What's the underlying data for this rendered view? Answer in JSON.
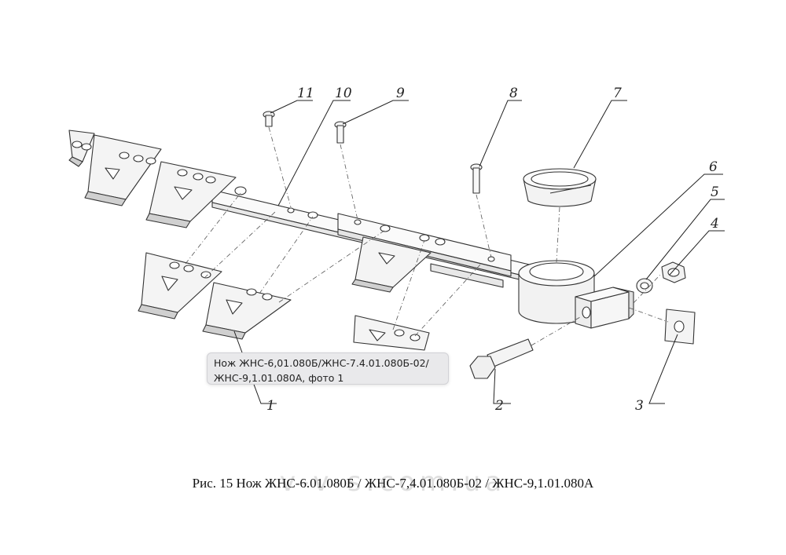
{
  "callouts": [
    "1",
    "2",
    "3",
    "4",
    "5",
    "6",
    "7",
    "8",
    "9",
    "10",
    "11"
  ],
  "tooltip": {
    "line1": "Нож ЖНС-6,01.080Б/ЖНС-7.4.01.080Б-02/",
    "line2": "ЖНС-9,1.01.080А, фото 1"
  },
  "caption": "Рис. 15 Нож ЖНС-6.01.080Б / ЖНС-7,4.01.080Б-02 / ЖНС-9,1.01.080А",
  "watermark": "v-v-s.com.ua"
}
